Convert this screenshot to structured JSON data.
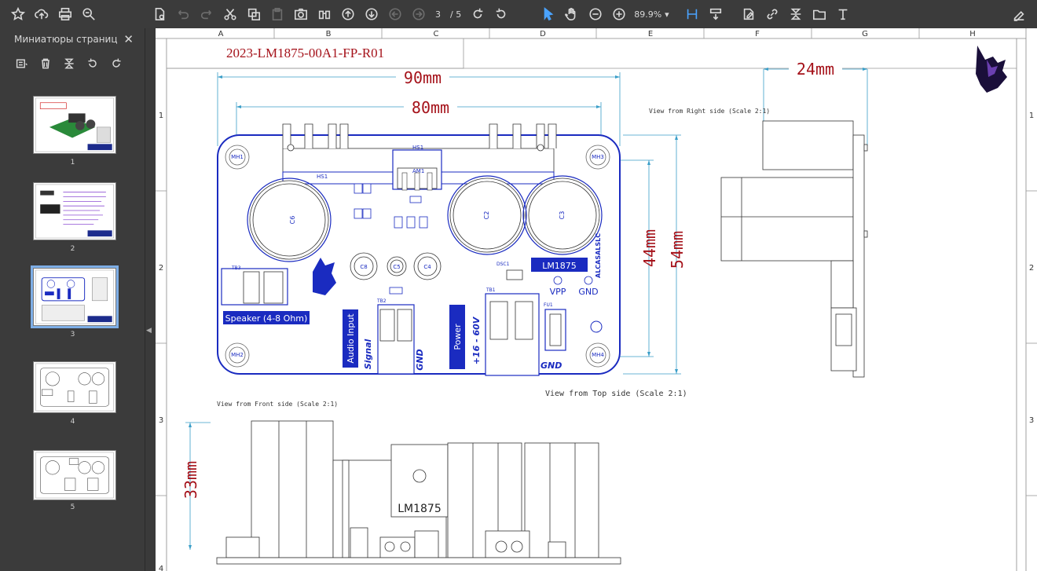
{
  "toolbar": {
    "page_current": "3",
    "page_total": "/ 5",
    "zoom": "89.9%"
  },
  "sidebar": {
    "title": "Миниатюры страниц",
    "pages": [
      "1",
      "2",
      "3",
      "4",
      "5"
    ]
  },
  "drawing": {
    "title_block": "2023-LM1875-00A1-FP-R01",
    "columns": [
      "A",
      "B",
      "C",
      "D",
      "E",
      "F",
      "G",
      "H"
    ],
    "rows": [
      "1",
      "2",
      "3",
      "4"
    ],
    "dims": {
      "w90": "90mm",
      "w80": "80mm",
      "h44": "44mm",
      "h54": "54mm",
      "w24": "24mm",
      "h33": "33mm"
    },
    "labels": {
      "right_side": "View from Right side (Scale 2:1)",
      "top_side": "View from Top side (Scale 2:1)",
      "front_side": "View from Front side (Scale 2:1)",
      "chip": "LM1875",
      "speaker": "Speaker (4-8 Ohm)",
      "audio_input": "Audio Input",
      "power": "Power",
      "signal": "Signal",
      "gnd": "GND",
      "voltage": "+16 - 60V",
      "vpp": "VPP",
      "gnd2": "GND",
      "hs1": "HS1",
      "am1": "AM1",
      "tb1": "TB1",
      "tb2": "TB2",
      "tb3": "TB3",
      "fu1": "FU1",
      "dsc1": "DSC1",
      "mh1": "MH1",
      "mh2": "MH2",
      "mh3": "MH3",
      "mh4": "MH4",
      "c2": "C2",
      "c3": "C3",
      "c6": "C6",
      "c8": "C8",
      "c5": "C5",
      "c4": "C4",
      "vendor": "ALCASALSLC",
      "front_chip": "LM1875"
    }
  }
}
